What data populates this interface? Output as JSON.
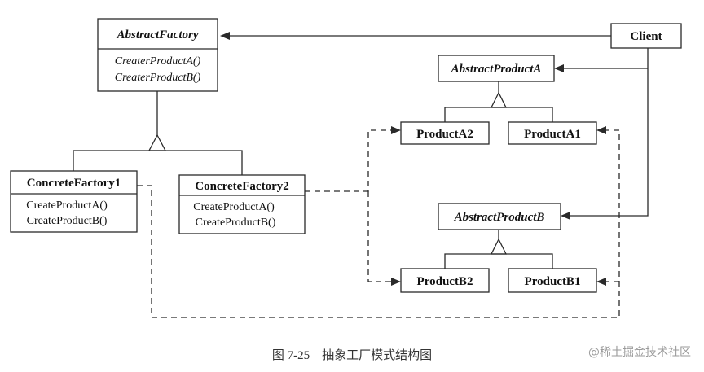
{
  "classes": {
    "abstract_factory": {
      "name": "AbstractFactory",
      "methods": [
        "CreaterProductA()",
        "CreaterProductB()"
      ]
    },
    "concrete_factory1": {
      "name": "ConcreteFactory1",
      "methods": [
        "CreateProductA()",
        "CreateProductB()"
      ]
    },
    "concrete_factory2": {
      "name": "ConcreteFactory2",
      "methods": [
        "CreateProductA()",
        "CreateProductB()"
      ]
    },
    "client": {
      "name": "Client"
    },
    "abstract_product_a": {
      "name": "AbstractProductA"
    },
    "abstract_product_b": {
      "name": "AbstractProductB"
    },
    "product_a1": {
      "name": "ProductA1"
    },
    "product_a2": {
      "name": "ProductA2"
    },
    "product_b1": {
      "name": "ProductB1"
    },
    "product_b2": {
      "name": "ProductB2"
    }
  },
  "caption": "图 7-25    抽象工厂模式结构图",
  "watermark": "@稀土掘金技术社区"
}
